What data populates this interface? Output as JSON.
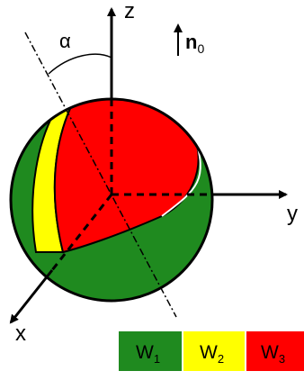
{
  "axes": {
    "z": "z",
    "y": "y",
    "x": "x",
    "angle": "α"
  },
  "normal": {
    "symbol": "n",
    "subscript": "0"
  },
  "legend": [
    {
      "symbol": "W",
      "subscript": "1",
      "color": "#1f8a1f"
    },
    {
      "symbol": "W",
      "subscript": "2",
      "color": "#ffff00"
    },
    {
      "symbol": "W",
      "subscript": "3",
      "color": "#ff0000"
    }
  ]
}
